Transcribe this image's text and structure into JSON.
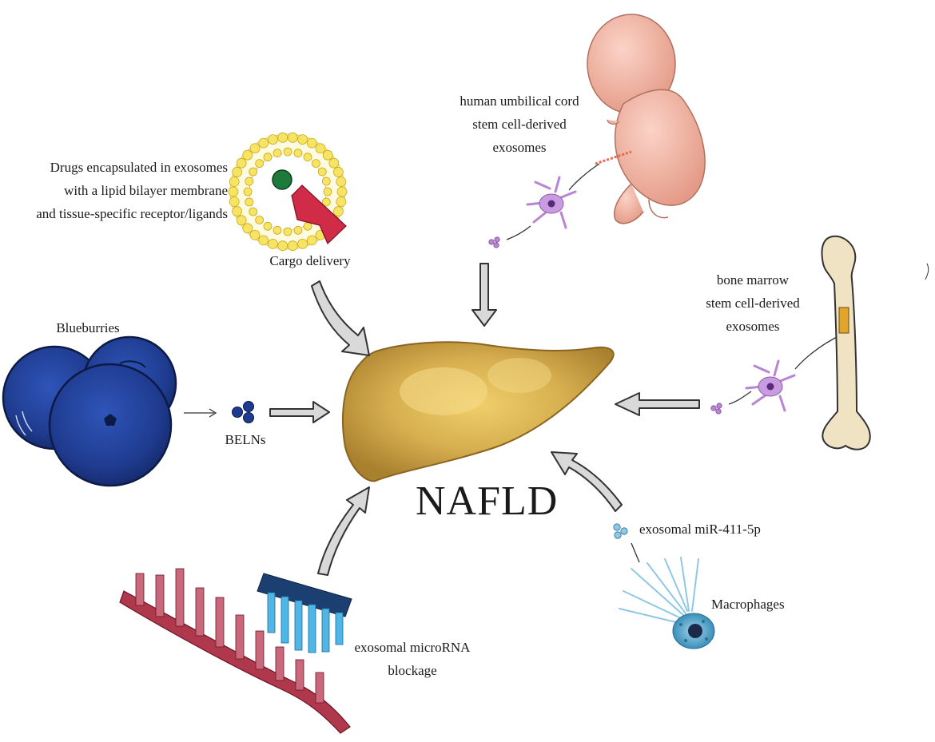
{
  "title": "NAFLD",
  "labels": {
    "drugs": [
      "Drugs encapsulated in exosomes",
      "with a lipid bilayer membrane",
      "and tissue-specific receptor/ligands"
    ],
    "cargo": "Cargo delivery",
    "umbilical": [
      "human umbilical cord",
      "stem cell-derived",
      "exosomes"
    ],
    "bone_marrow": [
      "bone marrow",
      "stem cell-derived",
      "exosomes"
    ],
    "blueberries": "Blueburries",
    "belns": "BELNs",
    "mir": "exosomal miR-411-5p",
    "macrophages": "Macrophages",
    "microrna": [
      "exosomal microRNA",
      "blockage"
    ]
  },
  "colors": {
    "liver": "#c9a24a",
    "blueberry": "#1f3b8f",
    "arrow_fill": "#d9d9d9",
    "lipid_head": "#f7e463",
    "cargo_ligand": "#d02b47",
    "cargo_core": "#1c7a3b",
    "bone": "#efe3c4",
    "stem_cell": "#b985d3",
    "macrophage": "#4aa3c8",
    "fetus": "#f2b4a4",
    "mrna": "#b0384c",
    "mirna_blue": "#4fb6e6"
  },
  "icons": [
    "liver",
    "lipid-bilayer-exosome",
    "fetus",
    "femur-bone",
    "blueberry",
    "macrophage",
    "microrna-strand",
    "stem-cell"
  ]
}
